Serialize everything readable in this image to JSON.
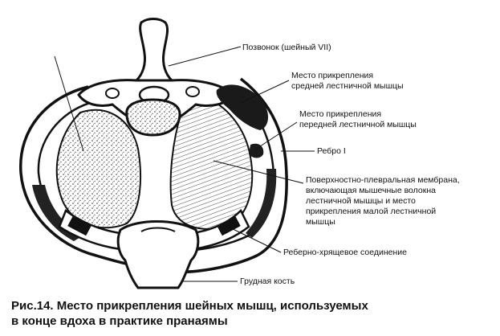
{
  "labels": {
    "vertebra": "Позвонок (шейный VII)",
    "middle_scalene_line1": "Место прикрепления",
    "middle_scalene_line2": "средней лестничной мышцы",
    "anterior_scalene_line1": "Место прикрепления",
    "anterior_scalene_line2": "передней лестничной мышцы",
    "rib": "Ребро I",
    "membrane_line1": "Поверхностно-плевральная мембрана,",
    "membrane_line2": "включающая мышечные волокна",
    "membrane_line3": "лестничной мышцы и место",
    "membrane_line4": "прикрепления малой лестничной",
    "membrane_line5": "мышцы",
    "costochondral": "Реберно-хрящевое соединение",
    "sternum": "Грудная кость"
  },
  "caption": {
    "line1": "Рис.14. Место прикрепления шейных мышц, используемых",
    "line2": "в конце вдоха в практике пранаямы"
  }
}
